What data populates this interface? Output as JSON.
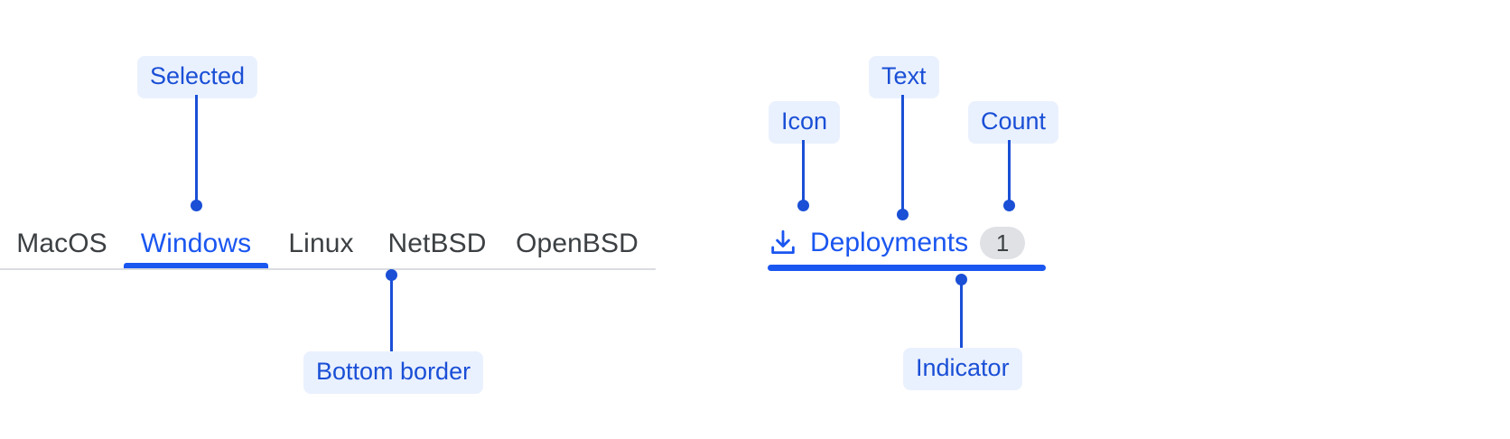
{
  "tab_bar": {
    "tabs": [
      {
        "label": "MacOS",
        "selected": false
      },
      {
        "label": "Windows",
        "selected": true
      },
      {
        "label": "Linux",
        "selected": false
      },
      {
        "label": "NetBSD",
        "selected": false
      },
      {
        "label": "OpenBSD",
        "selected": false
      }
    ]
  },
  "single_tab": {
    "icon": "download-tray-icon",
    "label": "Deployments",
    "count": "1",
    "selected": true
  },
  "annotations": {
    "selected": "Selected",
    "bottom_border": "Bottom border",
    "icon": "Icon",
    "text": "Text",
    "count": "Count",
    "indicator": "Indicator"
  },
  "colors": {
    "accent": "#1a56f0",
    "annotation_text": "#1a4fd6",
    "annotation_bg": "#eaf1fe",
    "tab_text": "#3c4043",
    "divider": "#dadce0",
    "badge_bg": "#dfe1e5",
    "page_bg": "#ffffff"
  }
}
